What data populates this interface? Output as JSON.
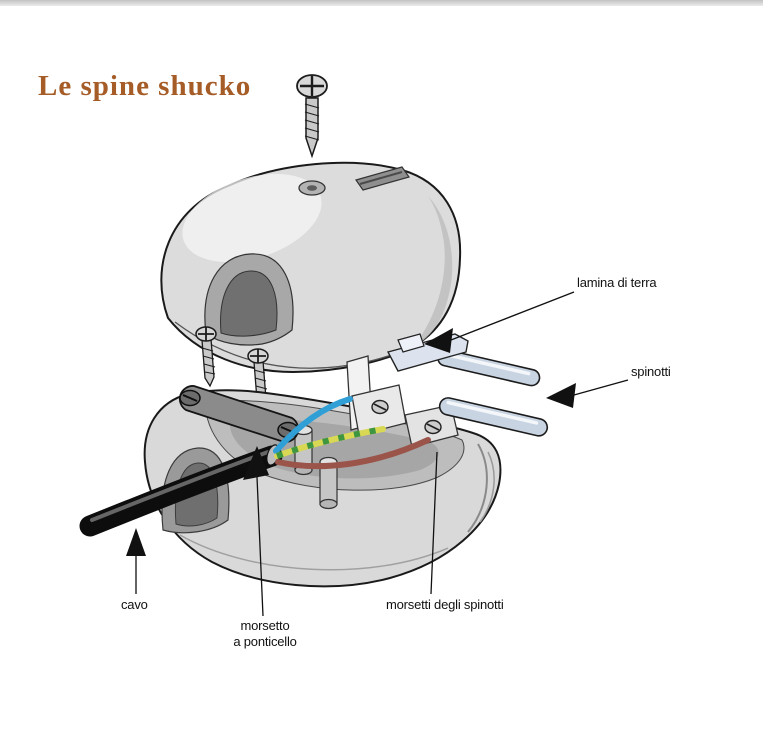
{
  "title": {
    "text": "Le spine shucko"
  },
  "labels": {
    "lamina": "lamina di terra",
    "spinotti": "spinotti",
    "cavo": "cavo",
    "morsetto": "morsetto\na ponticello",
    "morsetti": "morsetti degli spinotti"
  },
  "colors": {
    "title": "#a65c26",
    "label_text": "#111111",
    "body_gray": "#dcdcdc",
    "pin_steel": "#c9d4e3",
    "wire_blue": "#2f9fd6",
    "wire_yellow_green": "#d8d855",
    "wire_green_stripe": "#3f9640",
    "wire_brown": "#9a544a",
    "cable_black": "#0d0d0d"
  }
}
